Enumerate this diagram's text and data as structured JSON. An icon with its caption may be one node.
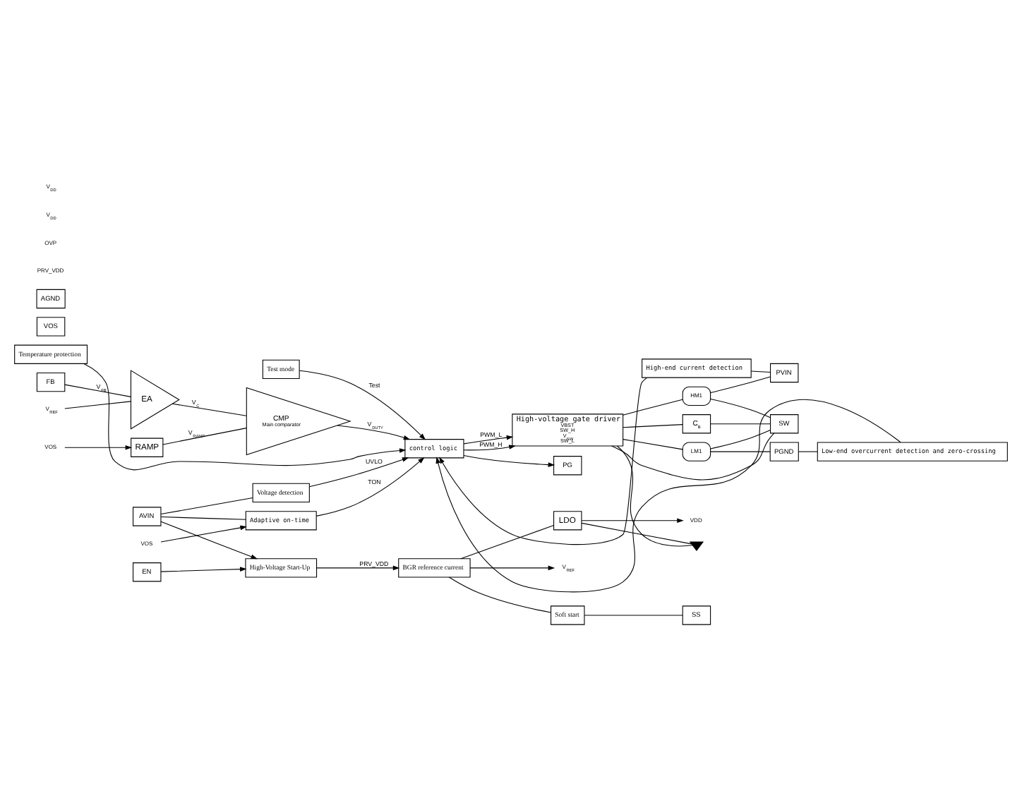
{
  "diagram": {
    "nodes": [
      {
        "text": [
          "AVIN"
        ]
      },
      {
        "text": [
          "EN"
        ]
      },
      {
        "text": [
          "High-Voltage Start-Up"
        ]
      },
      {
        "text": [
          "BGR reference current"
        ]
      },
      {
        "text": [
          "Soft start"
        ]
      },
      {
        "text": [
          "SS"
        ]
      },
      {
        "text": [
          "LDO"
        ]
      },
      {
        "text": [
          "Voltage detection"
        ]
      },
      {
        "text": [
          "control logic"
        ]
      },
      {
        "text": [
          "Temperature protection"
        ]
      },
      {
        "text": [
          "Adaptive on-time"
        ]
      },
      {
        "text": [
          "VOS"
        ]
      },
      {
        "text": [
          "VOS"
        ]
      },
      {
        "text": [
          "High-end current detection"
        ]
      },
      {
        "text": [
          "V$_{REF}$"
        ]
      },
      {
        "text": [
          "EA"
        ]
      },
      {
        "text": [
          "CMP",
          "Main comparator"
        ]
      },
      {
        "text": [
          "FB"
        ]
      },
      {
        "text": [
          "High-voltage gate driver",
          "VBST",
          "SW_H",
          "V$_{SW}$",
          "SW_L"
        ]
      },
      {
        "text": [
          "PVIN"
        ]
      },
      {
        "text": [
          "HM1"
        ]
      },
      {
        "text": [
          "C$_{B}$"
        ]
      },
      {
        "text": [
          "SW"
        ]
      },
      {
        "text": [
          "RAMP"
        ]
      },
      {
        "text": [
          "VOS"
        ]
      },
      {
        "text": [
          "LM1"
        ]
      },
      {
        "text": [
          "Low-end overcurrent detection and zero-crossing"
        ]
      },
      {
        "text": [
          "PGND"
        ]
      },
      {
        "text": [
          "Test mode"
        ]
      },
      {
        "text": [
          "PG"
        ]
      },
      {
        "text": [
          "AGND"
        ]
      },
      {
        "text": [],
        "shape": "diode"
      },
      {
        "text": [
          "V$_{REF}$"
        ]
      },
      {
        "text": [
          "VDD"
        ]
      }
    ],
    "edges": [
      {
        "from": 0,
        "to": 2,
        "arrow": "to"
      },
      {
        "from": 0,
        "to": 7,
        "arrow": "none"
      },
      {
        "from": 0,
        "to": 10,
        "arrow": "none"
      },
      {
        "from": 1,
        "to": 2,
        "arrow": "to"
      },
      {
        "from": 2,
        "to": 3,
        "arrow": "to",
        "label": "PRV_VDD"
      },
      {
        "from": 3,
        "to": 32,
        "arrow": "to"
      },
      {
        "from": 3,
        "to": 4,
        "arrow": "none"
      },
      {
        "from": 4,
        "to": 5,
        "arrow": "none"
      },
      {
        "from": 3,
        "to": 6,
        "arrow": "none"
      },
      {
        "from": 6,
        "to": 33,
        "arrow": "to"
      },
      {
        "from": 6,
        "to": 31,
        "arrow": "none"
      },
      {
        "from": 31,
        "to": 18,
        "arrow": "none"
      },
      {
        "from": 7,
        "to": 8,
        "arrow": "to",
        "label": "UVLO"
      },
      {
        "from": 9,
        "to": 8,
        "arrow": "to"
      },
      {
        "from": 10,
        "to": 8,
        "arrow": "to",
        "label": "TON"
      },
      {
        "from": 12,
        "to": 10,
        "arrow": "to"
      },
      {
        "from": 13,
        "to": 8,
        "arrow": "to"
      },
      {
        "from": 13,
        "to": 19,
        "arrow": "none"
      },
      {
        "from": 14,
        "to": 15,
        "arrow": "none"
      },
      {
        "from": 17,
        "to": 15,
        "arrow": "none",
        "label": "V$_{FB}$"
      },
      {
        "from": 15,
        "to": 16,
        "arrow": "none",
        "label": "V$_{C}$"
      },
      {
        "from": 23,
        "to": 16,
        "arrow": "none",
        "label": "V$_{RAMP}$"
      },
      {
        "from": 24,
        "to": 23,
        "arrow": "to"
      },
      {
        "from": 16,
        "to": 8,
        "arrow": "to",
        "label": "V$_{DUTY}$"
      },
      {
        "from": 8,
        "to": 18,
        "arrow": "to",
        "label": "PWM_H"
      },
      {
        "from": 8,
        "to": 18,
        "arrow": "to",
        "label": "PWM_L"
      },
      {
        "from": 18,
        "to": 21,
        "arrow": "none"
      },
      {
        "from": 21,
        "to": 22,
        "arrow": "none"
      },
      {
        "from": 18,
        "to": 20,
        "arrow": "none"
      },
      {
        "from": 20,
        "to": 19,
        "arrow": "none"
      },
      {
        "from": 20,
        "to": 22,
        "arrow": "none"
      },
      {
        "from": 18,
        "to": 22,
        "arrow": "none"
      },
      {
        "from": 18,
        "to": 25,
        "arrow": "none"
      },
      {
        "from": 25,
        "to": 22,
        "arrow": "none"
      },
      {
        "from": 25,
        "to": 27,
        "arrow": "none"
      },
      {
        "from": 27,
        "to": 26,
        "arrow": "none"
      },
      {
        "from": 26,
        "to": 8,
        "arrow": "to"
      },
      {
        "from": 28,
        "to": 8,
        "arrow": "to",
        "label": "Test"
      },
      {
        "from": 8,
        "to": 29,
        "arrow": "to"
      }
    ],
    "labels": [
      "PRV_VDD",
      "OVP",
      "V$_{DD}$",
      "V$_{DD}$"
    ]
  }
}
